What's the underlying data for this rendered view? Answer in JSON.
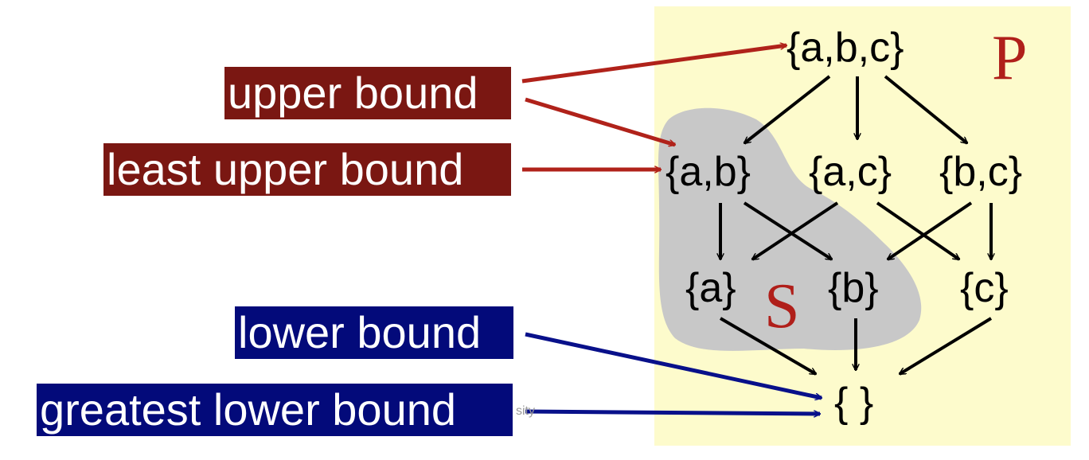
{
  "colors": {
    "poset_bg": "#fdfbcc",
    "subset_fill": "#c8c8c8",
    "upper_label_bg": "#7a1712",
    "lower_label_bg": "#030a7a",
    "upper_arrow": "#b0221a",
    "lower_arrow": "#08108a",
    "edge": "#000000",
    "set_letter": "#b01f1a"
  },
  "labels": {
    "upper_bound": "upper bound",
    "least_upper_bound": "least upper bound",
    "lower_bound": "lower bound",
    "greatest_lower_bound": "greatest lower bound"
  },
  "poset": {
    "name": "P",
    "subset_name": "S",
    "nodes": {
      "abc": "{a,b,c}",
      "ab": "{a,b}",
      "ac": "{a,c}",
      "bc": "{b,c}",
      "a": "{a}",
      "b": "{b}",
      "c": "{c}",
      "empty": "{ }"
    },
    "edges": [
      [
        "abc",
        "ab"
      ],
      [
        "abc",
        "ac"
      ],
      [
        "abc",
        "bc"
      ],
      [
        "ab",
        "a"
      ],
      [
        "ab",
        "b"
      ],
      [
        "ac",
        "a"
      ],
      [
        "ac",
        "c"
      ],
      [
        "bc",
        "b"
      ],
      [
        "bc",
        "c"
      ],
      [
        "a",
        "empty"
      ],
      [
        "b",
        "empty"
      ],
      [
        "c",
        "empty"
      ]
    ]
  },
  "footer_fragment": "sity"
}
